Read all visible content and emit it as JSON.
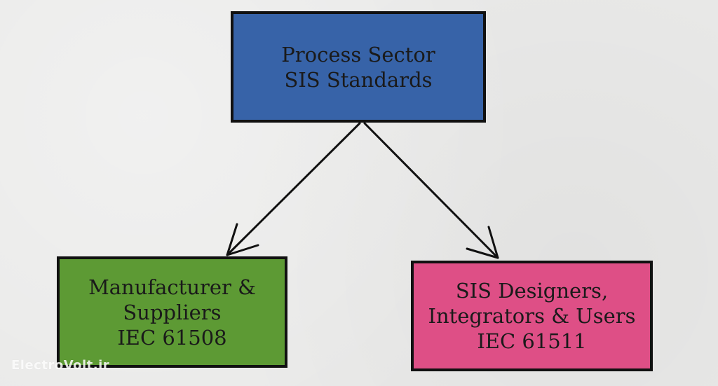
{
  "nodes": {
    "top": {
      "lines": [
        "Process Sector",
        "SIS Standards"
      ],
      "color": "#3763a8"
    },
    "left": {
      "lines": [
        "Manufacturer &",
        "Suppliers",
        "IEC 61508"
      ],
      "color": "#5d9a34"
    },
    "right": {
      "lines": [
        "SIS Designers,",
        "Integrators & Users",
        "IEC 61511"
      ],
      "color": "#de4f86"
    }
  },
  "edges": [
    {
      "from": "top",
      "to": "left"
    },
    {
      "from": "top",
      "to": "right"
    }
  ],
  "watermark": "ElectroVolt.ir"
}
